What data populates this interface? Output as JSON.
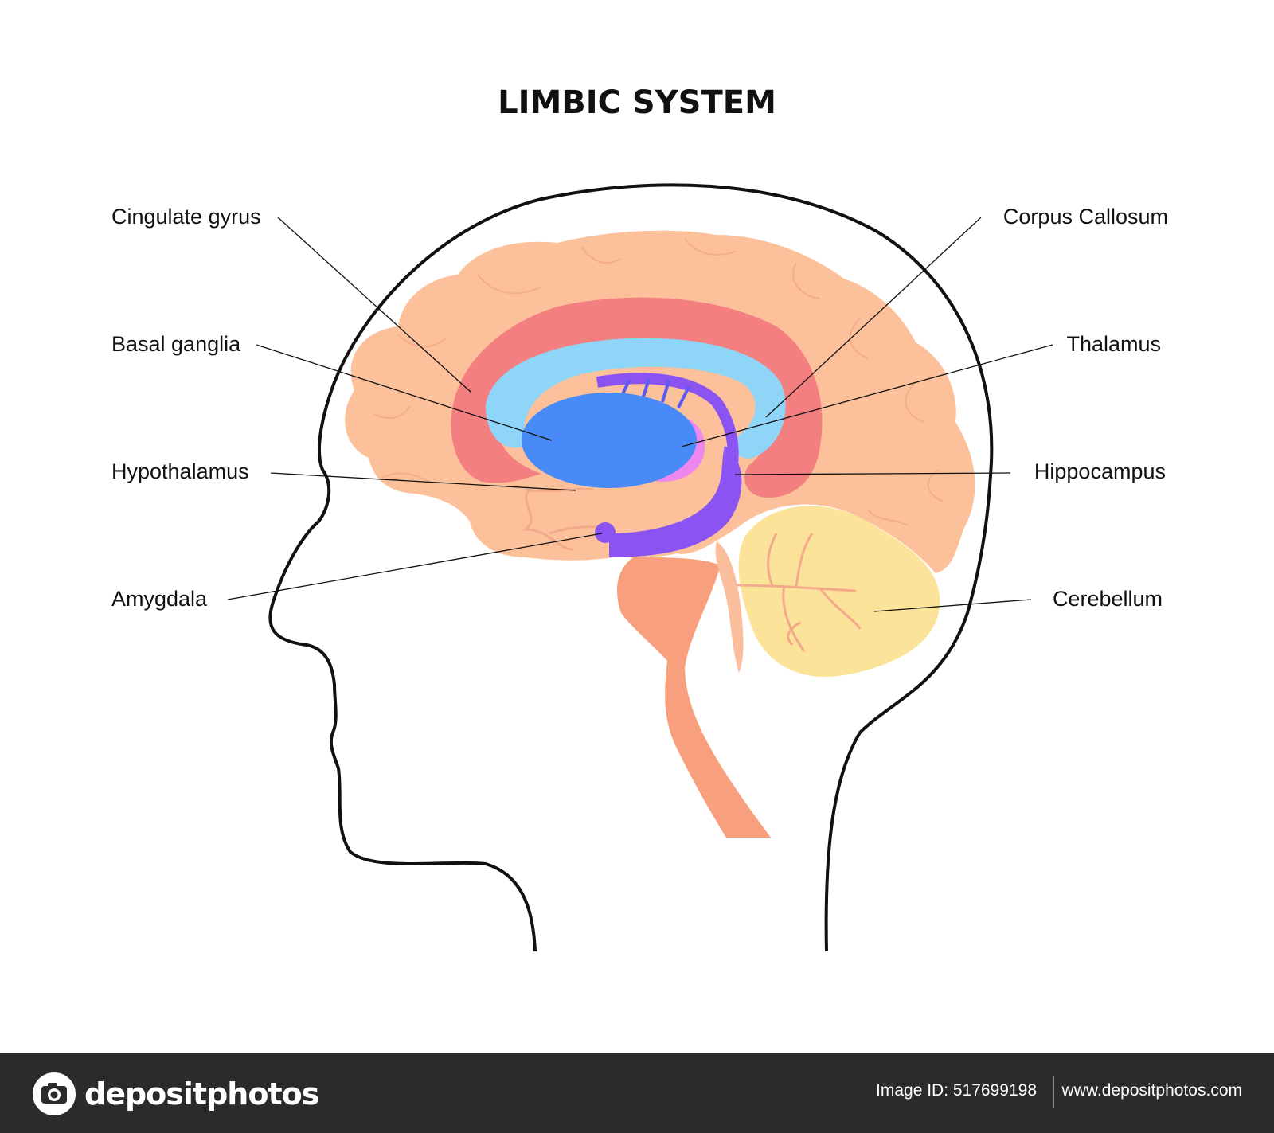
{
  "title": "LIMBIC SYSTEM",
  "labels": {
    "cingulate_gyrus": "Cingulate gyrus",
    "basal_ganglia": "Basal ganglia",
    "hypothalamus": "Hypothalamus",
    "amygdala": "Amygdala",
    "corpus_callosum": "Corpus Callosum",
    "thalamus": "Thalamus",
    "hippocampus": "Hippocampus",
    "cerebellum": "Cerebellum"
  },
  "colors": {
    "cerebrum": "#fcc19b",
    "cingulate_gyrus": "#f47f80",
    "corpus_callosum": "#8fd5f7",
    "basal_ganglia": "#478af8",
    "thalamus": "#ee86ef",
    "hippocampus": "#8a53f2",
    "brainstem": "#f89f7d",
    "cerebellum": "#fbe39a"
  },
  "footer": {
    "brand": "depositphotos",
    "image_id": "Image ID: 517699198",
    "website": "www.depositphotos.com"
  }
}
